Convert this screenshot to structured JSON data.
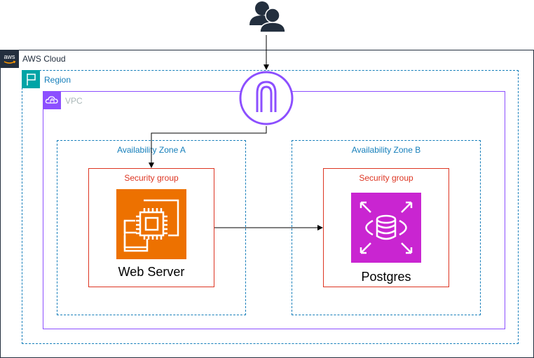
{
  "aws_cloud": {
    "label": "AWS Cloud",
    "logo_text": "aws"
  },
  "region": {
    "label": "Region"
  },
  "vpc": {
    "label": "VPC"
  },
  "availability_zones": [
    {
      "label": "Availability Zone A",
      "security_group": {
        "label": "Security group"
      },
      "resource": {
        "label": "Web Server",
        "icon": "ec2-instance-icon",
        "color": "#ed7100"
      }
    },
    {
      "label": "Availability Zone B",
      "security_group": {
        "label": "Security group"
      },
      "resource": {
        "label": "Postgres",
        "icon": "rds-database-icon",
        "color": "#c925d1"
      }
    }
  ],
  "icons": {
    "users": "users-icon",
    "gateway": "internet-gateway-icon"
  },
  "colors": {
    "aws_cloud": "#232f3e",
    "region": "#147eba",
    "vpc": "#8c4fff",
    "security_group": "#dd3522",
    "ec2": "#ed7100",
    "rds": "#c925d1",
    "region_flag": "#00a4a6"
  }
}
